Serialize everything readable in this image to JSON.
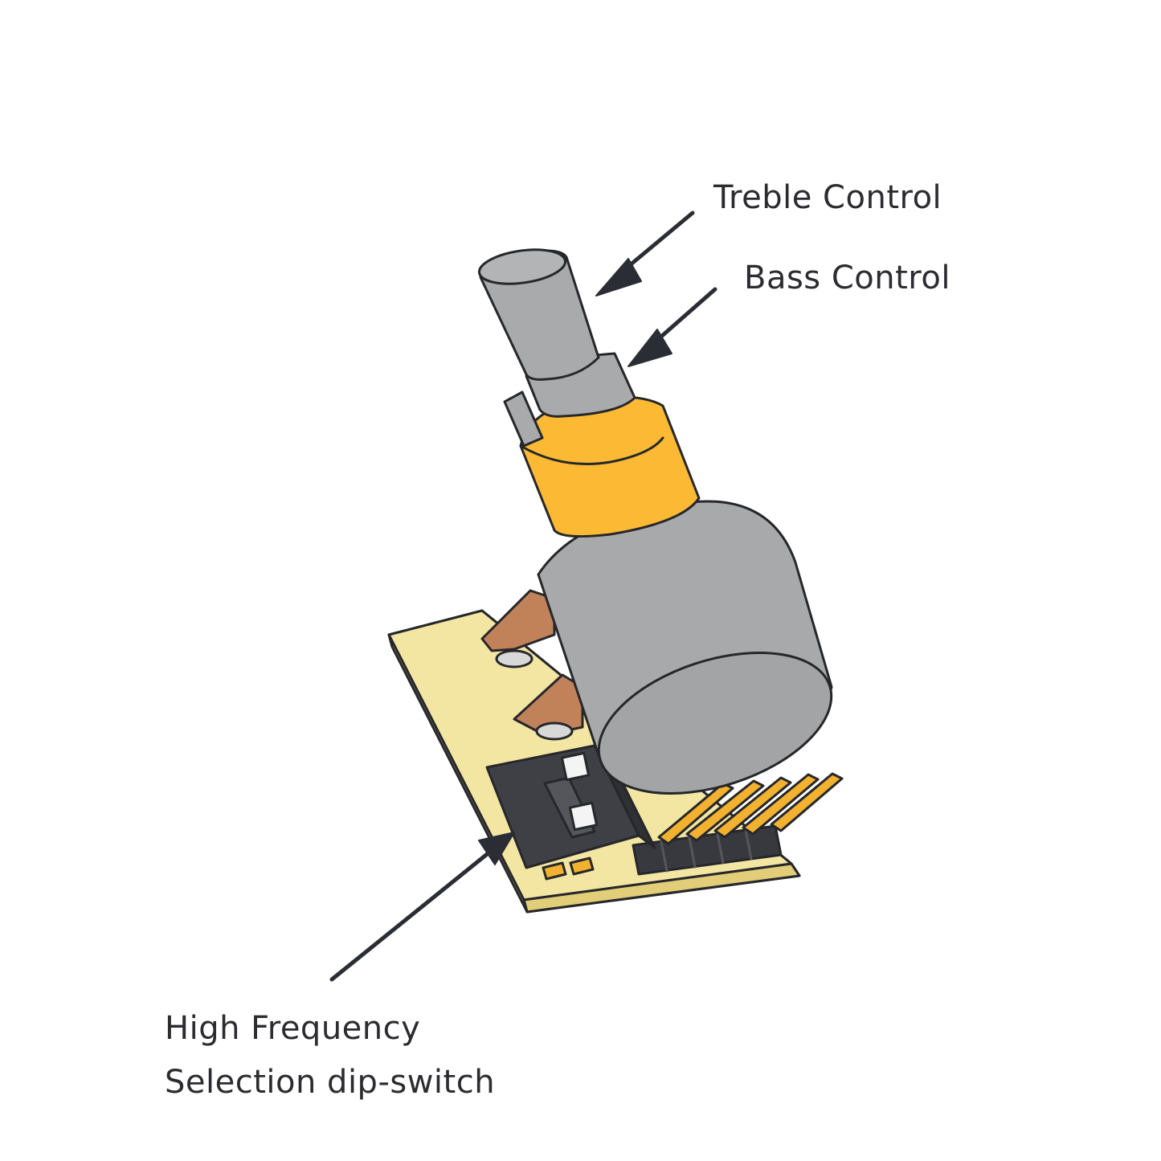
{
  "labels": {
    "treble": "Treble Control",
    "bass": "Bass Control",
    "dip_line1": "High Frequency",
    "dip_line2": "Selection dip-switch"
  },
  "colors": {
    "shaft_gray": "#a9aaac",
    "body_gray": "#a8a9ab",
    "collar_orange": "#fbb934",
    "board_yellow": "#f3e6a3",
    "pin_gold": "#f2b230",
    "lug_copper": "#c1825a",
    "switch_dark": "#3f4046",
    "text_dark": "#2b2b30",
    "arrow_dark": "#2b2d35"
  },
  "icons": [
    "potentiometer-icon",
    "pcb-board-icon",
    "dip-switch-icon",
    "pin-header-icon"
  ]
}
